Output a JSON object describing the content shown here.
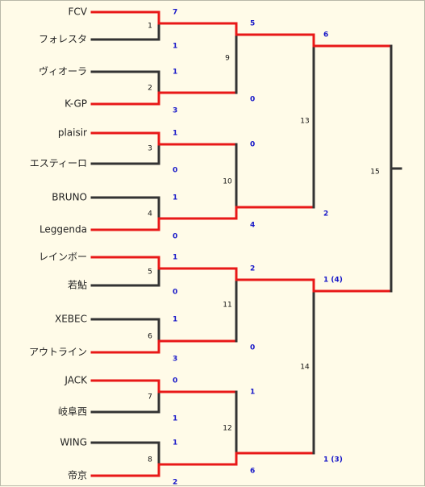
{
  "colors": {
    "win": "#e81818",
    "lose": "#333333",
    "score": "#1717c8",
    "background": "#fffbe8"
  },
  "teams": [
    "FCV",
    "フォレスタ",
    "ヴィオーラ",
    "K-GP",
    "plaisir",
    "エスティーロ",
    "BRUNO",
    "Leggenda",
    "レインボー",
    "若鮎",
    "XEBEC",
    "アウトライン",
    "JACK",
    "岐阜西",
    "WING",
    "帝京"
  ],
  "matches": [
    {
      "no": "1",
      "top_score": "7",
      "bottom_score": "1",
      "winner": "top"
    },
    {
      "no": "2",
      "top_score": "1",
      "bottom_score": "3",
      "winner": "bottom"
    },
    {
      "no": "3",
      "top_score": "1",
      "bottom_score": "0",
      "winner": "top"
    },
    {
      "no": "4",
      "top_score": "1",
      "bottom_score": "0",
      "winner": "bottom"
    },
    {
      "no": "5",
      "top_score": "1",
      "bottom_score": "0",
      "winner": "top"
    },
    {
      "no": "6",
      "top_score": "1",
      "bottom_score": "3",
      "winner": "bottom"
    },
    {
      "no": "7",
      "top_score": "0",
      "bottom_score": "1",
      "winner": "top"
    },
    {
      "no": "8",
      "top_score": "1",
      "bottom_score": "2",
      "winner": "bottom"
    },
    {
      "no": "9",
      "top_score": "5",
      "bottom_score": "0",
      "winner": "top"
    },
    {
      "no": "10",
      "top_score": "0",
      "bottom_score": "4",
      "winner": "bottom"
    },
    {
      "no": "11",
      "top_score": "2",
      "bottom_score": "0",
      "winner": "top"
    },
    {
      "no": "12",
      "top_score": "1",
      "bottom_score": "6",
      "winner": "bottom"
    },
    {
      "no": "13",
      "top_score": "6",
      "bottom_score": "2",
      "winner": "top"
    },
    {
      "no": "14",
      "top_score": "1 (4)",
      "bottom_score": "1 (3)",
      "winner": "top"
    },
    {
      "no": "15",
      "top_score": "",
      "bottom_score": "",
      "winner": ""
    }
  ]
}
